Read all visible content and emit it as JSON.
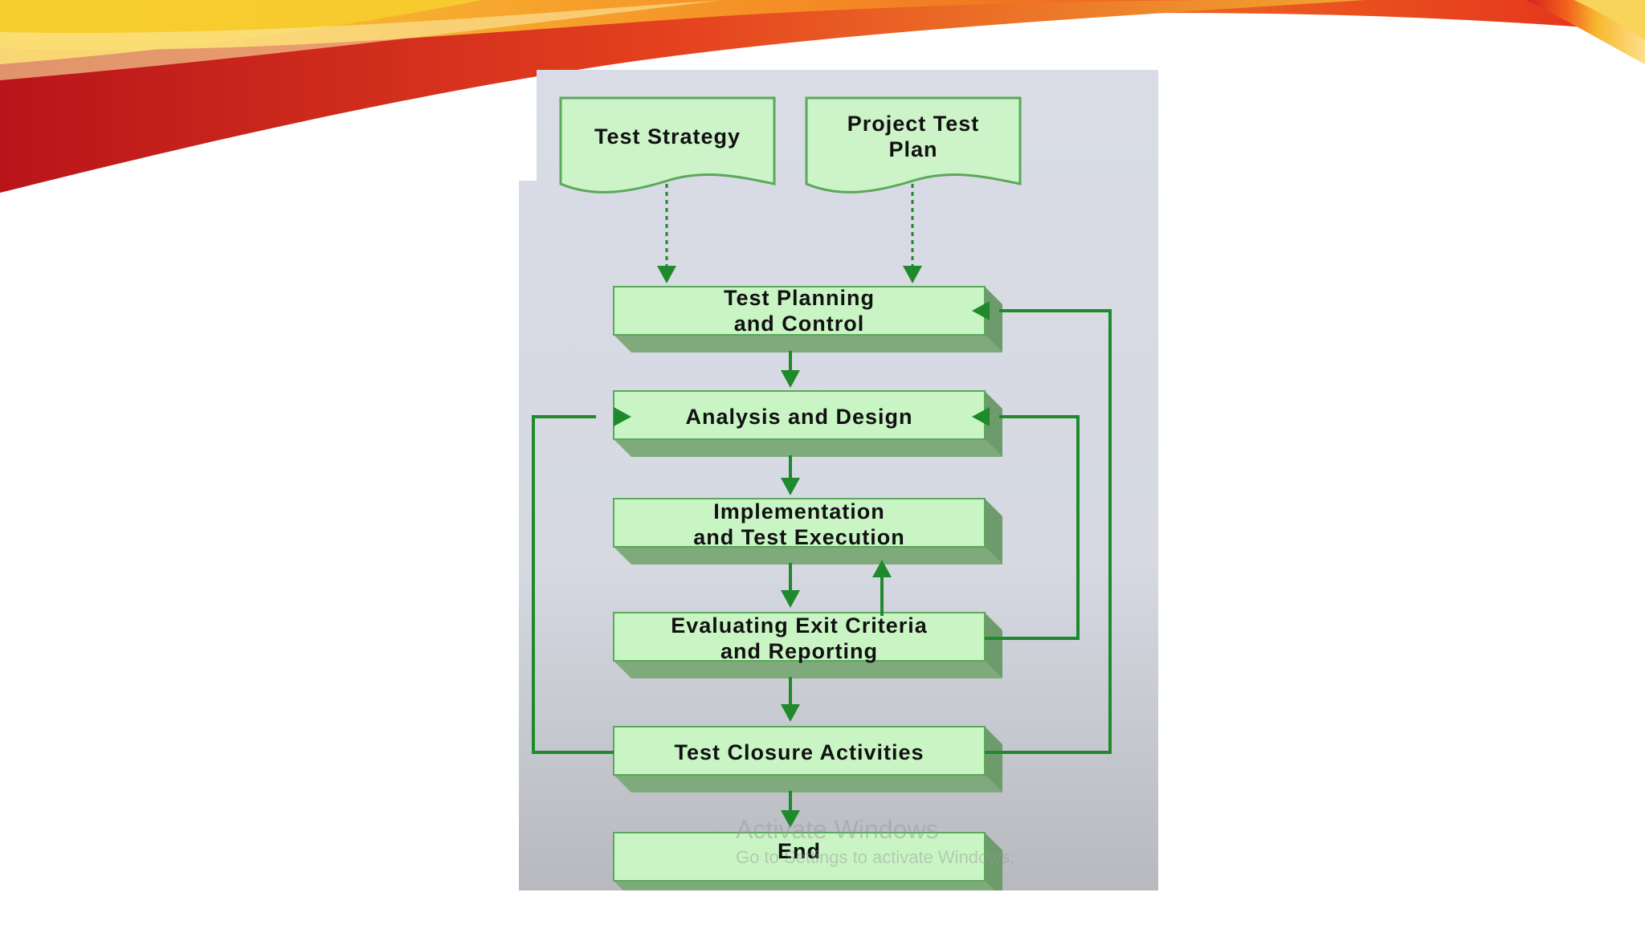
{
  "diagram": {
    "inputs": [
      {
        "id": "strategy",
        "label": "Test Strategy"
      },
      {
        "id": "plan",
        "label": "Project  Test\nPlan"
      }
    ],
    "steps": [
      {
        "id": "planning",
        "label": "Test Planning\nand Control"
      },
      {
        "id": "analysis",
        "label": "Analysis and Design"
      },
      {
        "id": "implementation",
        "label": "Implementation\nand Test Execution"
      },
      {
        "id": "evaluating",
        "label": "Evaluating Exit Criteria\nand Reporting"
      },
      {
        "id": "closure",
        "label": "Test Closure Activities"
      },
      {
        "id": "end",
        "label": "End"
      }
    ],
    "colors": {
      "box_fill": "#c9f5c5",
      "box_border": "#5aa85a",
      "box_side": "#6d9b6b",
      "arrow": "#1f8a2b",
      "panel": "#d7dbe4"
    }
  },
  "watermark": {
    "line1": "Activate Windows",
    "line2": "Go to Settings to activate Windows."
  }
}
